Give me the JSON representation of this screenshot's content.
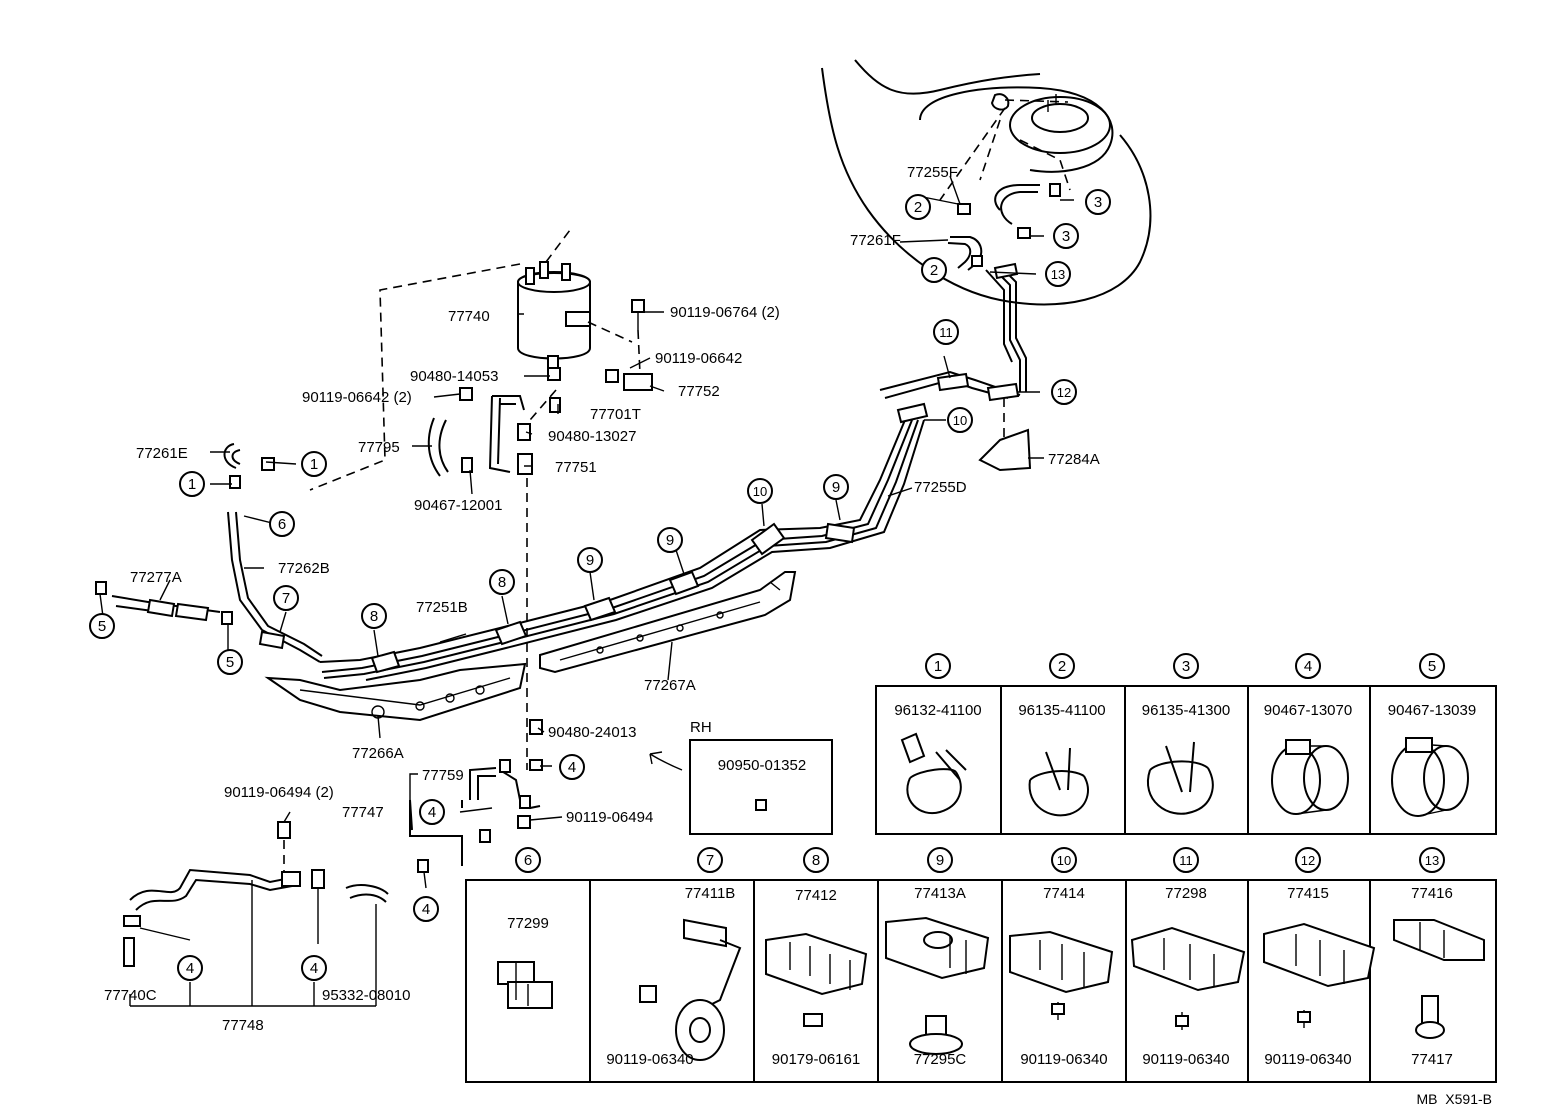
{
  "corner_code": "MB  X591-B",
  "rh_label": "RH",
  "rh_part": "90950-01352",
  "main_labels": [
    {
      "id": "p77255F",
      "text": "77255F"
    },
    {
      "id": "p77261F",
      "text": "77261F"
    },
    {
      "id": "p77740",
      "text": "77740"
    },
    {
      "id": "p90119-06764",
      "text": "90119-06764 (2)"
    },
    {
      "id": "p90119-06642",
      "text": "90119-06642"
    },
    {
      "id": "p90480-14053",
      "text": "90480-14053"
    },
    {
      "id": "p77752",
      "text": "77752"
    },
    {
      "id": "p90119-06642x2",
      "text": "90119-06642 (2)"
    },
    {
      "id": "p77701T",
      "text": "77701T"
    },
    {
      "id": "p90480-13027",
      "text": "90480-13027"
    },
    {
      "id": "p77795",
      "text": "77795"
    },
    {
      "id": "p77261E",
      "text": "77261E"
    },
    {
      "id": "p77751",
      "text": "77751"
    },
    {
      "id": "p90467-12001",
      "text": "90467-12001"
    },
    {
      "id": "p77284A",
      "text": "77284A"
    },
    {
      "id": "p77255D",
      "text": "77255D"
    },
    {
      "id": "p77262B",
      "text": "77262B"
    },
    {
      "id": "p77277A",
      "text": "77277A"
    },
    {
      "id": "p77251B",
      "text": "77251B"
    },
    {
      "id": "p77267A",
      "text": "77267A"
    },
    {
      "id": "p77266A",
      "text": "77266A"
    },
    {
      "id": "p90480-24013",
      "text": "90480-24013"
    },
    {
      "id": "p77759",
      "text": "77759"
    },
    {
      "id": "p77747",
      "text": "77747"
    },
    {
      "id": "p90119-06494",
      "text": "90119-06494"
    },
    {
      "id": "p90119-06494x2",
      "text": "90119-06494 (2)"
    },
    {
      "id": "p77740C",
      "text": "77740C"
    },
    {
      "id": "p95332-08010",
      "text": "95332-08010"
    },
    {
      "id": "p77748",
      "text": "77748"
    }
  ],
  "callouts": [
    {
      "id": "c1a",
      "num": "1"
    },
    {
      "id": "c1b",
      "num": "1"
    },
    {
      "id": "c2a",
      "num": "2"
    },
    {
      "id": "c2b",
      "num": "2"
    },
    {
      "id": "c3a",
      "num": "3"
    },
    {
      "id": "c3b",
      "num": "3"
    },
    {
      "id": "c4a",
      "num": "4"
    },
    {
      "id": "c4b",
      "num": "4"
    },
    {
      "id": "c4c",
      "num": "4"
    },
    {
      "id": "c4d",
      "num": "4"
    },
    {
      "id": "c4e",
      "num": "4"
    },
    {
      "id": "c5a",
      "num": "5"
    },
    {
      "id": "c5b",
      "num": "5"
    },
    {
      "id": "c6",
      "num": "6"
    },
    {
      "id": "c7",
      "num": "7"
    },
    {
      "id": "c8a",
      "num": "8"
    },
    {
      "id": "c8b",
      "num": "8"
    },
    {
      "id": "c9a",
      "num": "9"
    },
    {
      "id": "c9b",
      "num": "9"
    },
    {
      "id": "c9c",
      "num": "9"
    },
    {
      "id": "c10a",
      "num": "10"
    },
    {
      "id": "c10b",
      "num": "10"
    },
    {
      "id": "c11",
      "num": "11"
    },
    {
      "id": "c12",
      "num": "12"
    },
    {
      "id": "c13",
      "num": "13"
    }
  ],
  "legend_top": [
    {
      "num": "1",
      "part": "96132-41100"
    },
    {
      "num": "2",
      "part": "96135-41100"
    },
    {
      "num": "3",
      "part": "96135-41300"
    },
    {
      "num": "4",
      "part": "90467-13070"
    },
    {
      "num": "5",
      "part": "90467-13039"
    }
  ],
  "legend_bottom": [
    {
      "num": "6",
      "top": "77299",
      "bottom": ""
    },
    {
      "num": "7",
      "top": "77411B",
      "bottom": "90119-06340"
    },
    {
      "num": "8",
      "top": "77412",
      "bottom": "90179-06161"
    },
    {
      "num": "9",
      "top": "77413A",
      "bottom": "77295C"
    },
    {
      "num": "10",
      "top": "77414",
      "bottom": "90119-06340"
    },
    {
      "num": "11",
      "top": "77298",
      "bottom": "90119-06340"
    },
    {
      "num": "12",
      "top": "77415",
      "bottom": "90119-06340"
    },
    {
      "num": "13",
      "top": "77416",
      "bottom": "77417"
    }
  ]
}
